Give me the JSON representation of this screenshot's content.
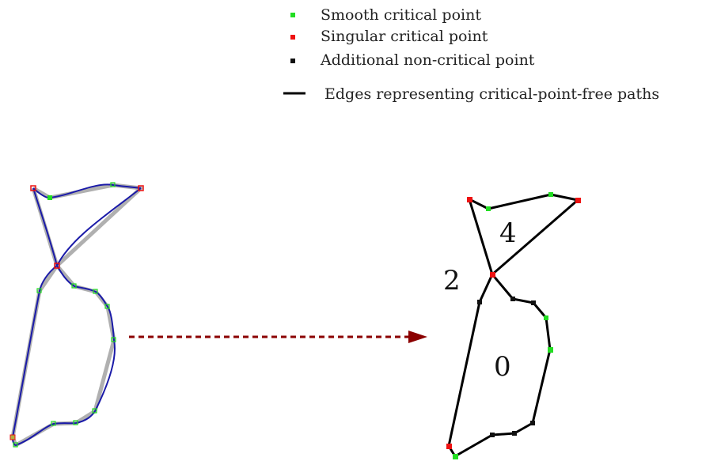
{
  "legend": {
    "smooth_label": "Smooth critical point",
    "singular_label": "Singular critical point",
    "additional_label": "Additional non-critical point",
    "edges_label": "Edges representing critical-point-free paths"
  },
  "regions": {
    "top_label": "4",
    "side_label": "2",
    "bottom_label": "0"
  },
  "colors": {
    "smooth": "#22dd22",
    "singular": "#ee1111",
    "additional": "#111111",
    "edge": "#000000",
    "curve": "#1a1aa8",
    "curve_shadow": "#b0b0b0",
    "arrow": "#8b0000"
  }
}
